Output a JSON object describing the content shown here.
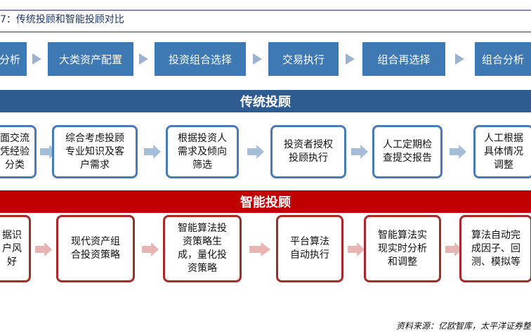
{
  "title": "7：传统投顾和智能投顾对比",
  "process_steps": [
    "分析",
    "大类资产配置",
    "投资组合选择",
    "交易执行",
    "组合再选择",
    "组合分析"
  ],
  "traditional": {
    "heading": "传统投顾",
    "steps": [
      "面交流\n凭经验\n分类",
      "综合考虑投顾\n专业知识及客\n户需求",
      "根据投资人\n需求及倾向\n筛选",
      "投资者授权\n投顾执行",
      "人工定期检\n查提交报告",
      "人工根据\n具体情况\n调整"
    ]
  },
  "smart": {
    "heading": "智能投顾",
    "steps": [
      "据识\n户风\n好",
      "现代资产组\n合投资策略",
      "智能算法投\n资策略生\n成，量化投\n资策略",
      "平台算法\n自动执行",
      "智能算法实\n现实时分析\n和调整",
      "算法自动完\n成因子、回\n测、模拟等"
    ]
  },
  "source": "资料来源：亿欧智库，太平洋证券整",
  "colors": {
    "step": "#3e79b4",
    "traditional_band": "#2e5c91",
    "smart_band": "#c00000"
  }
}
